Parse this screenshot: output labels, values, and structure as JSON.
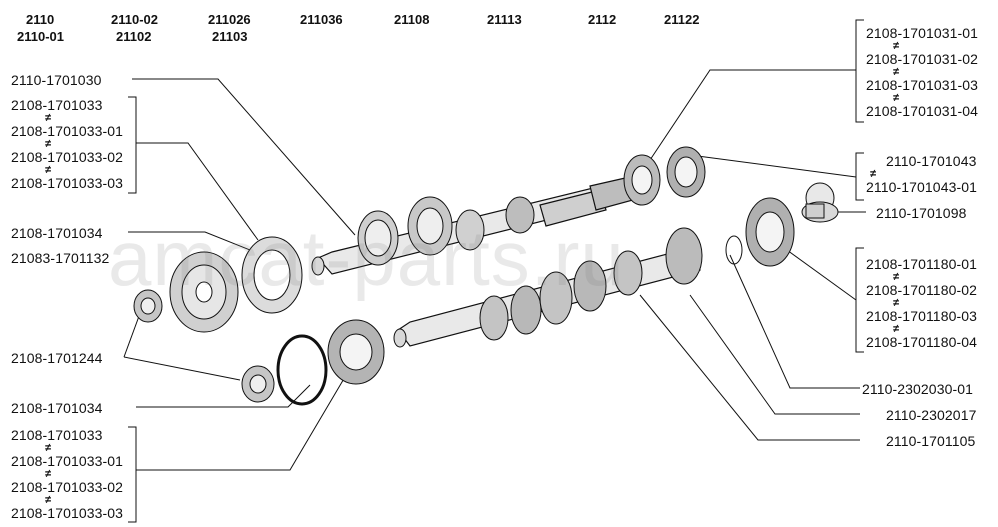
{
  "header": {
    "models_row1": [
      "2110",
      "2110-02",
      "211026",
      "211036",
      "21108",
      "21113",
      "2112",
      "21122"
    ],
    "models_row2": [
      "2110-01",
      "21102",
      "21103"
    ]
  },
  "labels": {
    "p_1701030": "2110-1701030",
    "g1_1701033": "2108-1701033",
    "g1_1701033_01": "2108-1701033-01",
    "g1_1701033_02": "2108-1701033-02",
    "g1_1701033_03": "2108-1701033-03",
    "p_1701034_top": "2108-1701034",
    "p_1701132": "21083-1701132",
    "p_1701244": "2108-1701244",
    "p_1701034_bottom": "2108-1701034",
    "g2_1701033": "2108-1701033",
    "g2_1701033_01": "2108-1701033-01",
    "g2_1701033_02": "2108-1701033-02",
    "g2_1701033_03": "2108-1701033-03",
    "r_1701031_01": "2108-1701031-01",
    "r_1701031_02": "2108-1701031-02",
    "r_1701031_03": "2108-1701031-03",
    "r_1701031_04": "2108-1701031-04",
    "r_1701043": "2110-1701043",
    "r_1701043_01": "2110-1701043-01",
    "r_1701098": "2110-1701098",
    "r_1701180_01": "2108-1701180-01",
    "r_1701180_02": "2108-1701180-02",
    "r_1701180_03": "2108-1701180-03",
    "r_1701180_04": "2108-1701180-04",
    "r_2302030_01": "2110-2302030-01",
    "r_2302017": "2110-2302017",
    "r_1701105": "2110-1701105"
  },
  "alt_symbol": "≠",
  "watermark": "amcat-parts.ru"
}
